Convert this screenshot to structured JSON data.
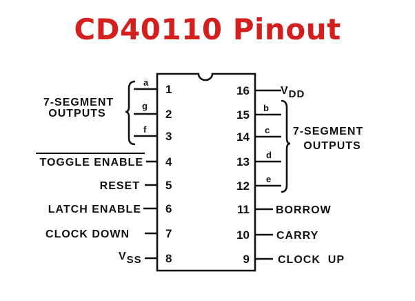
{
  "title": "CD40110 Pinout",
  "left_group": {
    "line1": "7-SEGMENT",
    "line2": "OUTPUTS"
  },
  "right_group": {
    "line1": "7-SEGMENT",
    "line2": "OUTPUTS"
  },
  "left_pins": [
    {
      "num": "1",
      "seg": "a"
    },
    {
      "num": "2",
      "seg": "g"
    },
    {
      "num": "3",
      "seg": "f"
    },
    {
      "num": "4",
      "label": "TOGGLE ENABLE"
    },
    {
      "num": "5",
      "label": "RESET"
    },
    {
      "num": "6",
      "label": "LATCH ENABLE"
    },
    {
      "num": "7",
      "label": "CLOCK DOWN"
    },
    {
      "num": "8",
      "label": "V",
      "sub": "SS"
    }
  ],
  "right_pins": [
    {
      "num": "16",
      "label": "V",
      "sub": "DD"
    },
    {
      "num": "15",
      "seg": "b"
    },
    {
      "num": "14",
      "seg": "c"
    },
    {
      "num": "13",
      "seg": "d"
    },
    {
      "num": "12",
      "seg": "e"
    },
    {
      "num": "11",
      "label": "BORROW"
    },
    {
      "num": "10",
      "label": "CARRY"
    },
    {
      "num": "9",
      "label": "CLOCK  UP"
    }
  ]
}
